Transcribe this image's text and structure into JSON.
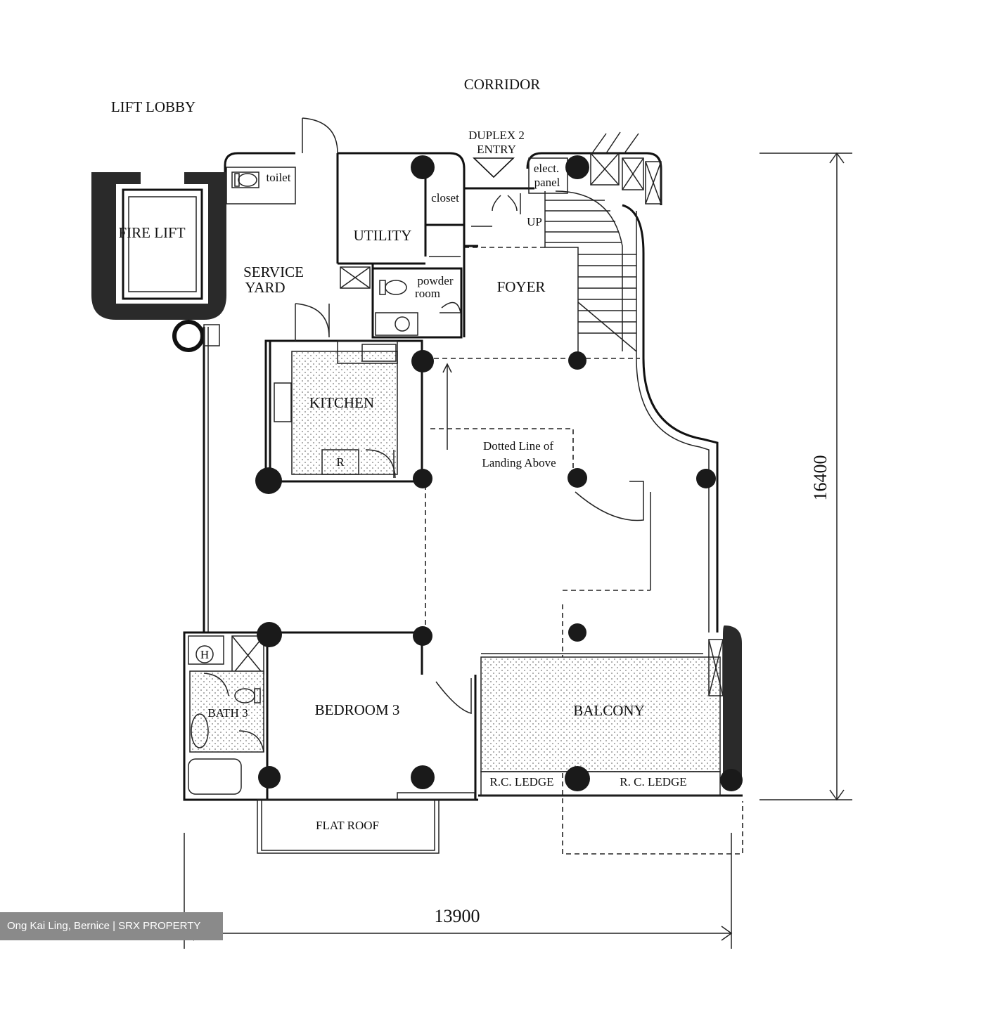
{
  "labels": {
    "corridor": "CORRIDOR",
    "lift_lobby": "LIFT LOBBY",
    "duplex_entry_1": "DUPLEX 2",
    "duplex_entry_2": "ENTRY",
    "toilet": "toilet",
    "elect_panel_1": "elect.",
    "elect_panel_2": "panel",
    "fire_lift": "FIRE LIFT",
    "closet": "closet",
    "utility": "UTILITY",
    "up": "UP",
    "service_yard_1": "SERVICE",
    "service_yard_2": "YARD",
    "powder_room_1": "powder",
    "powder_room_2": "room",
    "foyer": "FOYER",
    "kitchen": "KITCHEN",
    "fridge": "R",
    "dotted_note_1": "Dotted Line of",
    "dotted_note_2": "Landing Above",
    "bath3": "BATH 3",
    "heater": "H",
    "bedroom3": "BEDROOM 3",
    "balcony": "BALCONY",
    "rc_ledge_left": "R.C. LEDGE",
    "rc_ledge_right": "R. C. LEDGE",
    "flat_roof": "FLAT ROOF",
    "dim_width": "13900",
    "dim_height": "16400"
  },
  "watermark": "Ong Kai Ling, Bernice | SRX PROPERTY"
}
